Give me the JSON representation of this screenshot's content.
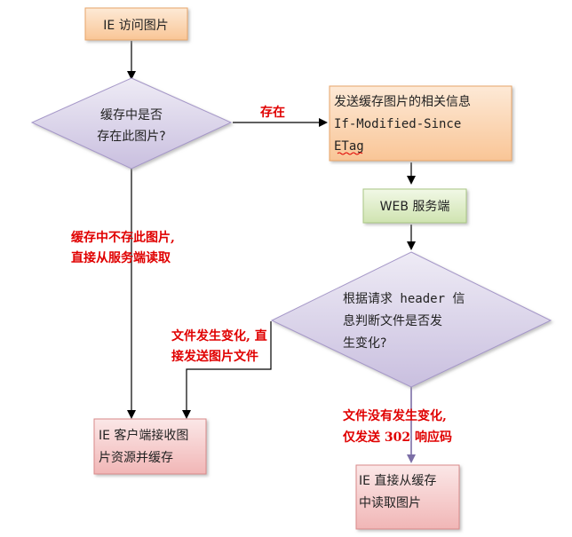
{
  "nodes": {
    "ie_request": "IE 访问图片",
    "cache_check": [
      "缓存中是否",
      "存在此图片?"
    ],
    "send_headers": [
      "发送缓存图片的相关信息",
      "If-Modified-Since",
      "ETag"
    ],
    "web_server": "WEB 服务端",
    "header_check": [
      "根据请求 header 信",
      "息判断文件是否发",
      "生变化?"
    ],
    "client_cache": [
      "IE 客户端接收图",
      "片资源并缓存"
    ],
    "read_cache": [
      "IE 直接从缓存",
      "中读取图片"
    ]
  },
  "edge_labels": {
    "exists": "存在",
    "not_exists": [
      "缓存中不存此图片,",
      "直接从服务端读取"
    ],
    "changed": [
      "文件发生变化, 直",
      "接发送图片文件"
    ],
    "unchanged": [
      "文件没有发生变化,",
      "仅发送 302 响应码"
    ]
  },
  "colors": {
    "orange_box": "#fbd3b0",
    "green_box": "#dfeecb",
    "red_box": "#f5c9c9",
    "diamond": "#d8d1e8",
    "edge_label": "#e00000"
  }
}
